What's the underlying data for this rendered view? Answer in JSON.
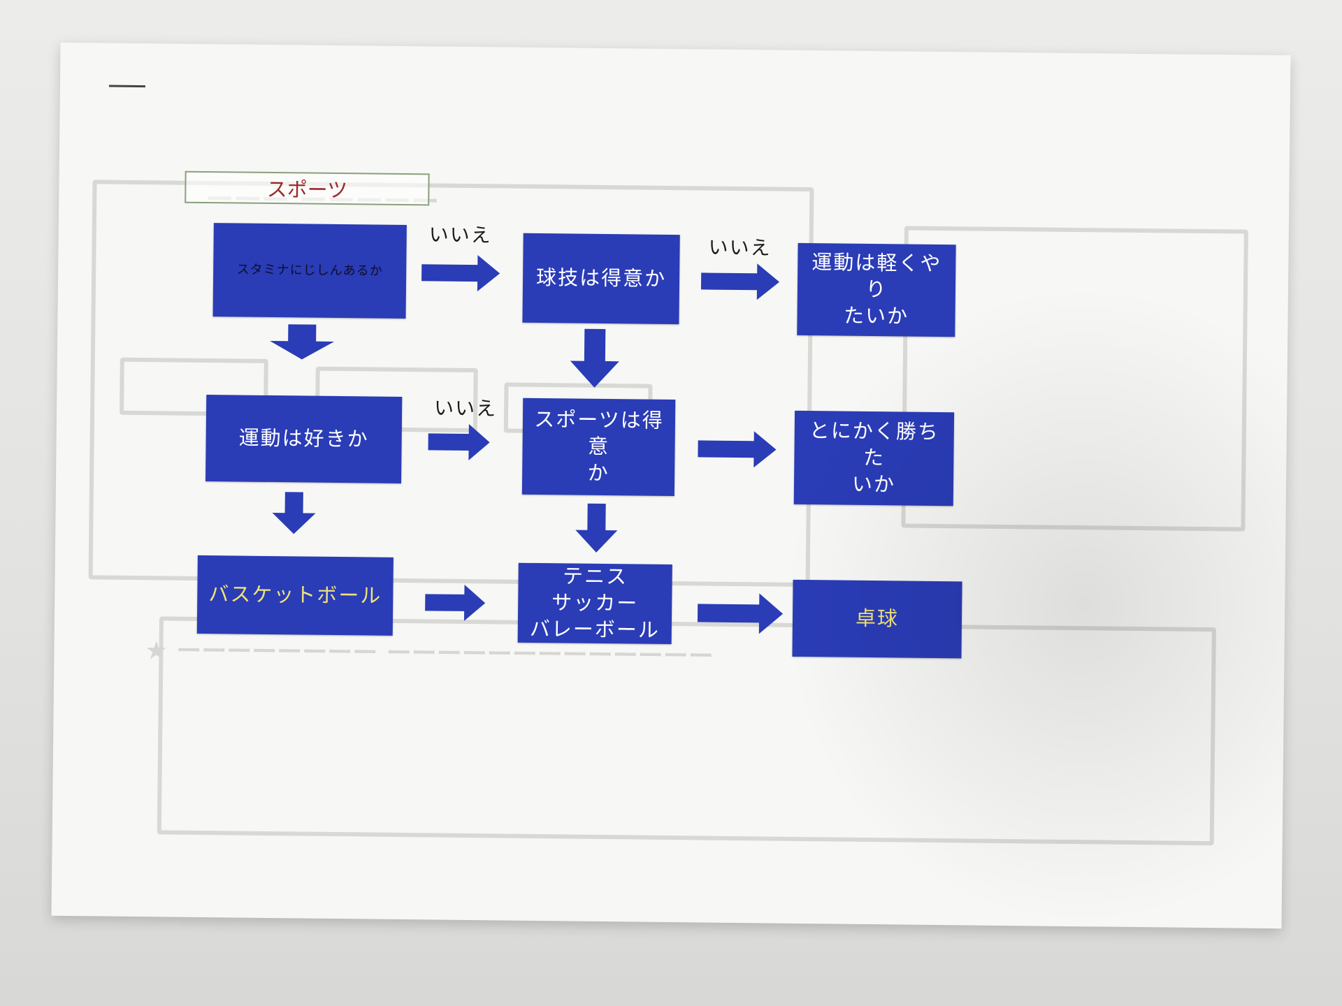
{
  "title": "スポーツ",
  "nodes": {
    "n1": "スタミナにじしんあるか",
    "n2": "球技は得意か",
    "n3": "運動は軽くやり\nたいか",
    "n4": "運動は好きか",
    "n5": "スポーツは得意\nか",
    "n6": "とにかく勝ちた\nいか",
    "n7": "バスケットボール",
    "n8": "テニス\nサッカー\nバレーボール",
    "n9": "卓球"
  },
  "labels": {
    "no_1": "いいえ",
    "no_2": "いいえ",
    "no_3": "いいえ"
  },
  "colors": {
    "node_fill": "#2a3cb6",
    "node_text": "#ffffff",
    "leaf_text": "#f0e27a",
    "title_text": "#9a2a2a",
    "title_border": "#8aa07a"
  }
}
